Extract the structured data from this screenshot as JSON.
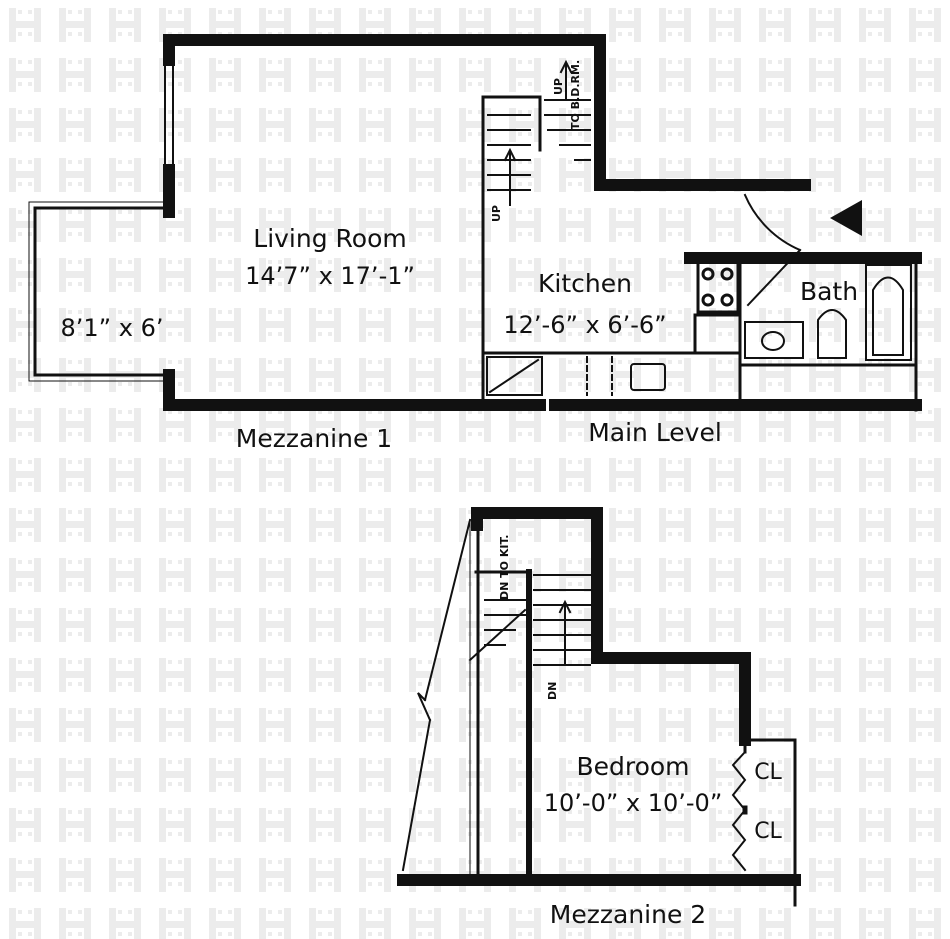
{
  "upper_plan": {
    "rooms": {
      "living_room": {
        "name": "Living Room",
        "dimensions": "14’7” x 17’-1”"
      },
      "balcony": {
        "dimensions": "8’1” x 6’"
      },
      "kitchen": {
        "name": "Kitchen",
        "dimensions": "12’-6” x 6’-6”"
      },
      "bath": {
        "name": "Bath"
      }
    },
    "stair_labels": {
      "up_left": "UP",
      "up_right": "UP",
      "to_bdrm": "TO B.D.RM."
    },
    "levels": {
      "left": "Mezzanine 1",
      "right": "Main Level"
    }
  },
  "lower_plan": {
    "rooms": {
      "bedroom": {
        "name": "Bedroom",
        "dimensions": "10’-0” x 10’-0”"
      },
      "closet_1": {
        "name": "CL"
      },
      "closet_2": {
        "name": "CL"
      }
    },
    "stair_labels": {
      "dn_to_kit": "DN TO KIT.",
      "dn": "DN"
    },
    "level": "Mezzanine 2"
  },
  "colors": {
    "wall": "#111111",
    "watermark": "#ececec",
    "background": "#ffffff"
  },
  "watermark_icon": "building-logo-icon"
}
